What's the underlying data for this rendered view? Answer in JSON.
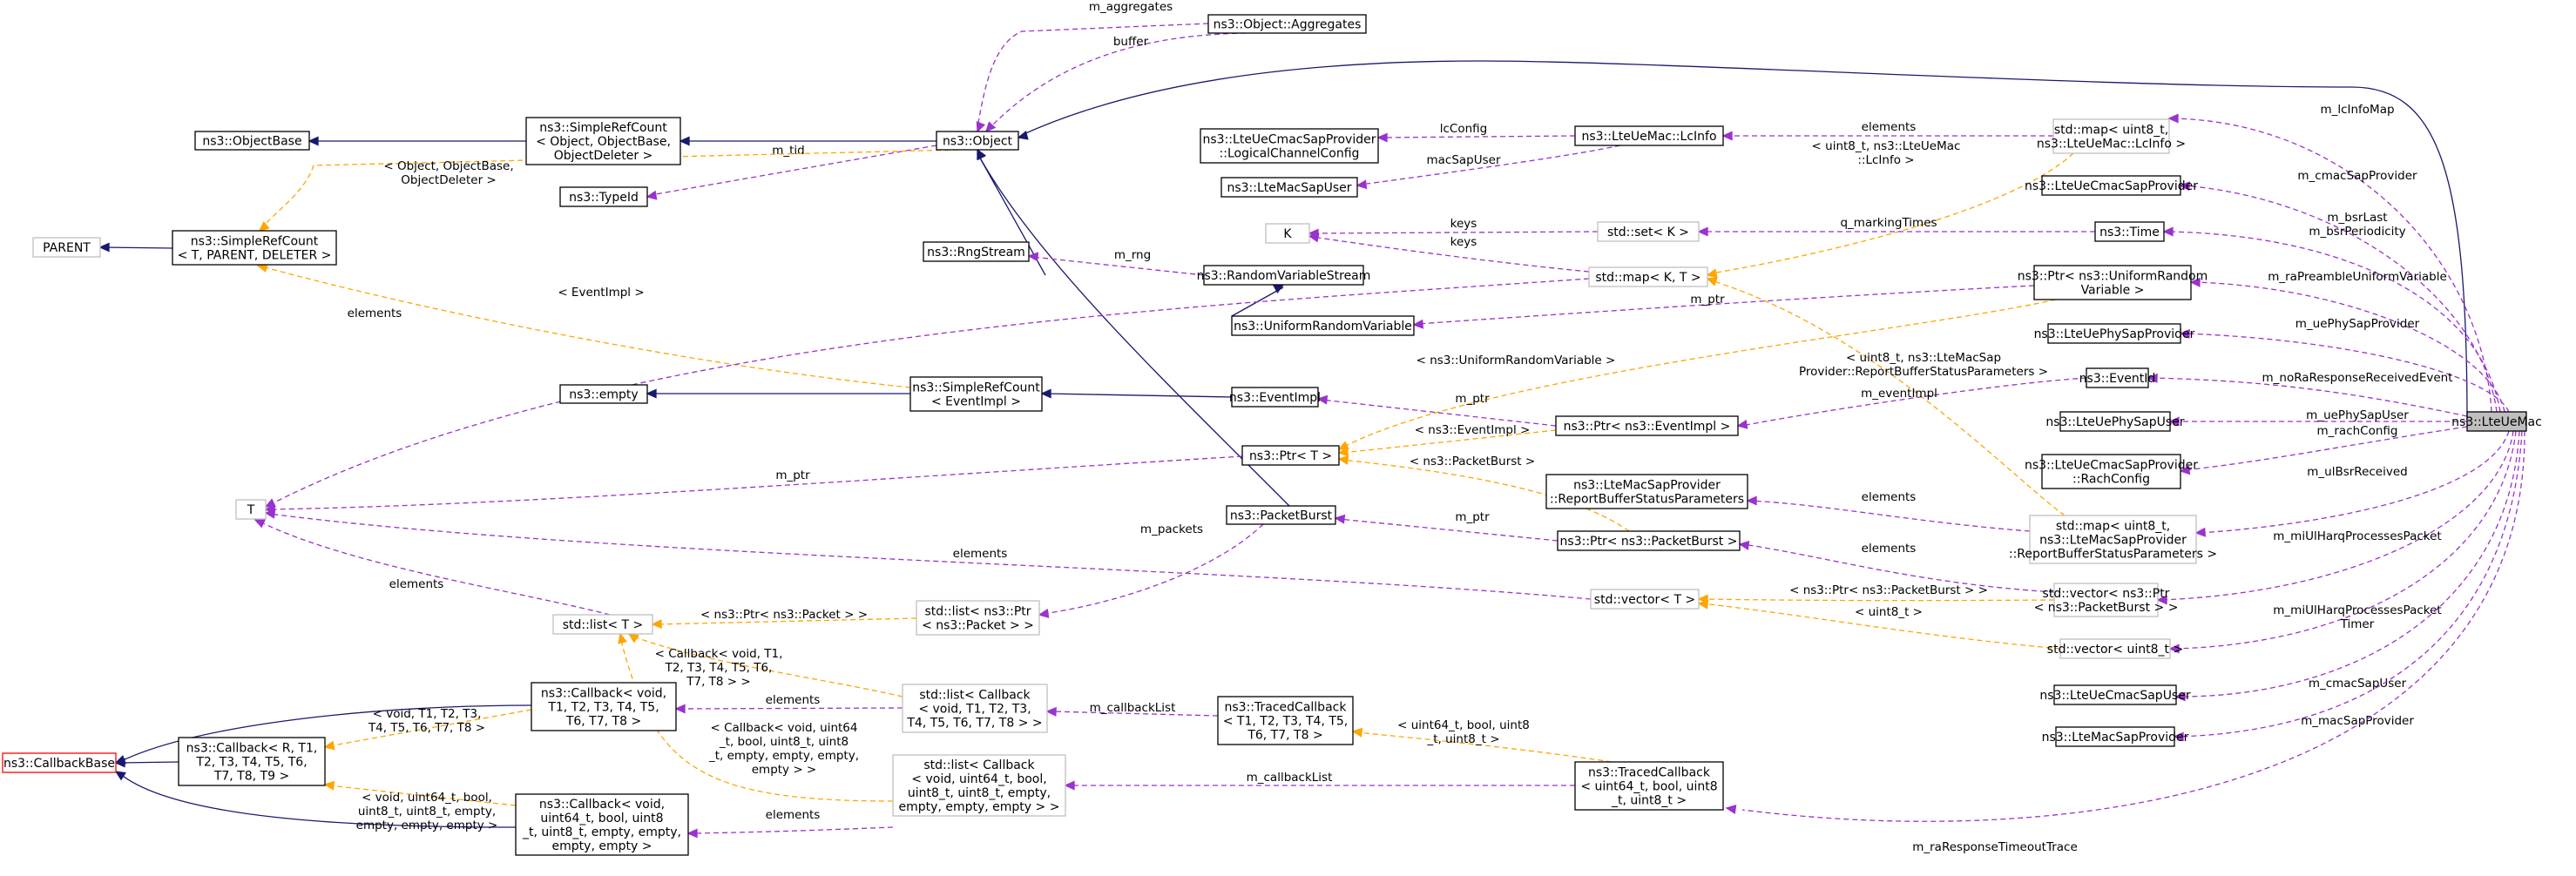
{
  "nodes": {
    "lteuemac": [
      "ns3::LteUeMac"
    ],
    "object": [
      "ns3::Object"
    ],
    "aggregates": [
      "ns3::Object::Aggregates"
    ],
    "objectbase": [
      "ns3::ObjectBase"
    ],
    "srcobj": [
      "ns3::SimpleRefCount",
      "< Object, ObjectBase,",
      "ObjectDeleter >"
    ],
    "typeid": [
      "ns3::TypeId"
    ],
    "parent": [
      "PARENT"
    ],
    "srctpd": [
      "ns3::SimpleRefCount",
      "< T, PARENT, DELETER >"
    ],
    "rngstream": [
      "ns3::RngStream"
    ],
    "rvs": [
      "ns3::RandomVariableStream"
    ],
    "urv": [
      "ns3::UniformRandomVariable"
    ],
    "empty": [
      "ns3::empty"
    ],
    "srcevt": [
      "ns3::SimpleRefCount",
      "< EventImpl >"
    ],
    "eventimpl": [
      "ns3::EventImpl"
    ],
    "ptrT": [
      "ns3::Ptr< T >"
    ],
    "T": [
      "T"
    ],
    "packetburst": [
      "ns3::PacketBurst"
    ],
    "stdlistT": [
      "std::list< T >"
    ],
    "stdlistpkt": [
      "std::list< ns3::Ptr",
      "< ns3::Packet > >"
    ],
    "cbbase": [
      "ns3::CallbackBase"
    ],
    "cb1": [
      "ns3::Callback< void,",
      "T1, T2, T3, T4, T5,",
      "T6, T7, T8 >"
    ],
    "cbR": [
      "ns3::Callback< R, T1,",
      "T2, T3, T4, T5, T6,",
      "T7, T8, T9 >"
    ],
    "cb2": [
      "ns3::Callback< void,",
      "uint64_t, bool, uint8",
      "_t, uint8_t, empty, empty,",
      "empty, empty >"
    ],
    "listcb1": [
      "std::list< Callback",
      "< void, T1, T2, T3,",
      "T4, T5, T6, T7, T8 > >"
    ],
    "listcb2": [
      "std::list< Callback",
      "< void, uint64_t, bool,",
      "uint8_t, uint8_t, empty,",
      "empty, empty, empty > >"
    ],
    "tcb1": [
      "ns3::TracedCallback",
      "< T1, T2, T3, T4, T5,",
      "T6, T7, T8 >"
    ],
    "tcb2": [
      "ns3::TracedCallback",
      "< uint64_t, bool, uint8",
      "_t, uint8_t >"
    ],
    "logchcfg": [
      "ns3::LteUeCmacSapProvider",
      "::LogicalChannelConfig"
    ],
    "macsapuser": [
      "ns3::LteMacSapUser"
    ],
    "lcinfo": [
      "ns3::LteUeMac::LcInfo"
    ],
    "K": [
      "K"
    ],
    "setK": [
      "std::set< K >"
    ],
    "mapKT": [
      "std::map< K, T >"
    ],
    "maplc": [
      "std::map< uint8_t,",
      "ns3::LteUeMac::LcInfo >"
    ],
    "cmacsapprov": [
      "ns3::LteUeCmacSapProvider"
    ],
    "time": [
      "ns3::Time"
    ],
    "ptrurv": [
      "ns3::Ptr< ns3::UniformRandom",
      "Variable >"
    ],
    "physapprov": [
      "ns3::LteUePhySapProvider"
    ],
    "eventid": [
      "ns3::EventId"
    ],
    "ptrevt": [
      "ns3::Ptr< ns3::EventImpl >"
    ],
    "physapuser": [
      "ns3::LteUePhySapUser"
    ],
    "rachcfg": [
      "ns3::LteUeCmacSapProvider",
      "::RachConfig"
    ],
    "rbsp": [
      "ns3::LteMacSapProvider",
      "::ReportBufferStatusParameters"
    ],
    "maprbsp": [
      "std::map< uint8_t,",
      "ns3::LteMacSapProvider",
      "::ReportBufferStatusParameters >"
    ],
    "ptrpb": [
      "ns3::Ptr< ns3::PacketBurst >"
    ],
    "vecT": [
      "std::vector< T >"
    ],
    "vecpb": [
      "std::vector< ns3::Ptr",
      "< ns3::PacketBurst > >"
    ],
    "vecu8": [
      "std::vector< uint8_t >"
    ],
    "cmacsapuser": [
      "ns3::LteUeCmacSapUser"
    ],
    "macsapprov": [
      "ns3::LteMacSapProvider"
    ]
  },
  "edges": {
    "m_aggregates": [
      "m_aggregates"
    ],
    "buffer": [
      "buffer"
    ],
    "m_tid": [
      "m_tid"
    ],
    "srcobj_tpl": [
      "< Object, ObjectBase,",
      "ObjectDeleter >"
    ],
    "srcevt_tpl": [
      "< EventImpl >"
    ],
    "lcConfig": [
      "lcConfig"
    ],
    "macSapUser": [
      "macSapUser"
    ],
    "lc_elements": [
      "elements"
    ],
    "maplc_tpl": [
      "< uint8_t, ns3::LteUeMac",
      "::LcInfo >"
    ],
    "keys1": [
      "keys"
    ],
    "keys2": [
      "keys"
    ],
    "q_markingTimes": [
      "q_markingTimes"
    ],
    "m_rng": [
      "m_rng"
    ],
    "m_ptr_urv": [
      "m_ptr"
    ],
    "mapKT_elements": [
      "elements"
    ],
    "maprbsp_tpl": [
      "< uint8_t, ns3::LteMacSap",
      "Provider::ReportBufferStatusParameters >"
    ],
    "ptrurv_tpl": [
      "< ns3::UniformRandomVariable >"
    ],
    "m_eventImpl": [
      "m_eventImpl"
    ],
    "m_ptr_evt": [
      "m_ptr"
    ],
    "ptrevt_tpl": [
      "< ns3::EventImpl >"
    ],
    "m_ptr_T": [
      "m_ptr"
    ],
    "ptrpb_tpl": [
      "< ns3::PacketBurst >"
    ],
    "rbsp_elements": [
      "elements"
    ],
    "m_ptr_pb": [
      "m_ptr"
    ],
    "vecpb_elements": [
      "elements"
    ],
    "vecT_elements": [
      "elements"
    ],
    "m_packets": [
      "m_packets"
    ],
    "listT_elements": [
      "elements"
    ],
    "listpkt_tpl": [
      "< ns3::Ptr< ns3::Packet > >"
    ],
    "listcb1_tpl": [
      "< Callback< void, T1,",
      "T2, T3, T4, T5, T6,",
      "T7, T8 > >"
    ],
    "listcb2_tpl": [
      "< Callback< void, uint64",
      "_t, bool, uint8_t, uint8",
      "_t, empty, empty, empty,",
      "empty > >"
    ],
    "vecpb_tpl": [
      "< ns3::Ptr< ns3::PacketBurst > >"
    ],
    "vecu8_tpl": [
      "< uint8_t >"
    ],
    "cb1_elements": [
      "elements"
    ],
    "cb2_elements": [
      "elements"
    ],
    "cbR_tpl1": [
      "< void, T1, T2, T3,",
      "T4, T5, T6, T7, T8 >"
    ],
    "cbR_tpl2": [
      "< void, uint64_t, bool,",
      "uint8_t, uint8_t, empty,",
      "empty, empty, empty >"
    ],
    "m_callbackList1": [
      "m_callbackList"
    ],
    "m_callbackList2": [
      "m_callbackList"
    ],
    "tcb_tpl": [
      "< uint64_t, bool, uint8",
      "_t, uint8_t >"
    ],
    "m_lcInfoMap": [
      "m_lcInfoMap"
    ],
    "m_cmacSapProvider": [
      "m_cmacSapProvider"
    ],
    "m_bsr": [
      "m_bsrLast",
      "m_bsrPeriodicity"
    ],
    "m_raPreambleUniformVariable": [
      "m_raPreambleUniformVariable"
    ],
    "m_uePhySapProvider": [
      "m_uePhySapProvider"
    ],
    "m_noRaResponseReceivedEvent": [
      "m_noRaResponseReceivedEvent"
    ],
    "m_uePhySapUser": [
      "m_uePhySapUser"
    ],
    "m_rachConfig": [
      "m_rachConfig"
    ],
    "m_ulBsrReceived": [
      "m_ulBsrReceived"
    ],
    "m_miUlHarqProcessesPacket": [
      "m_miUlHarqProcessesPacket"
    ],
    "m_miUlHarqProcessesPacketTimer": [
      "m_miUlHarqProcessesPacket",
      "Timer"
    ],
    "m_cmacSapUser": [
      "m_cmacSapUser"
    ],
    "m_macSapProvider": [
      "m_macSapProvider"
    ],
    "m_raResponseTimeoutTrace": [
      "m_raResponseTimeoutTrace"
    ]
  },
  "colors": {
    "inheritance": "#191970",
    "usage": "#9a32cd",
    "template": "#ffa500",
    "highlight_fill": "#bfbfbf",
    "undocumented_border": "#bfbfbf",
    "truncated_border": "#ff0000"
  }
}
